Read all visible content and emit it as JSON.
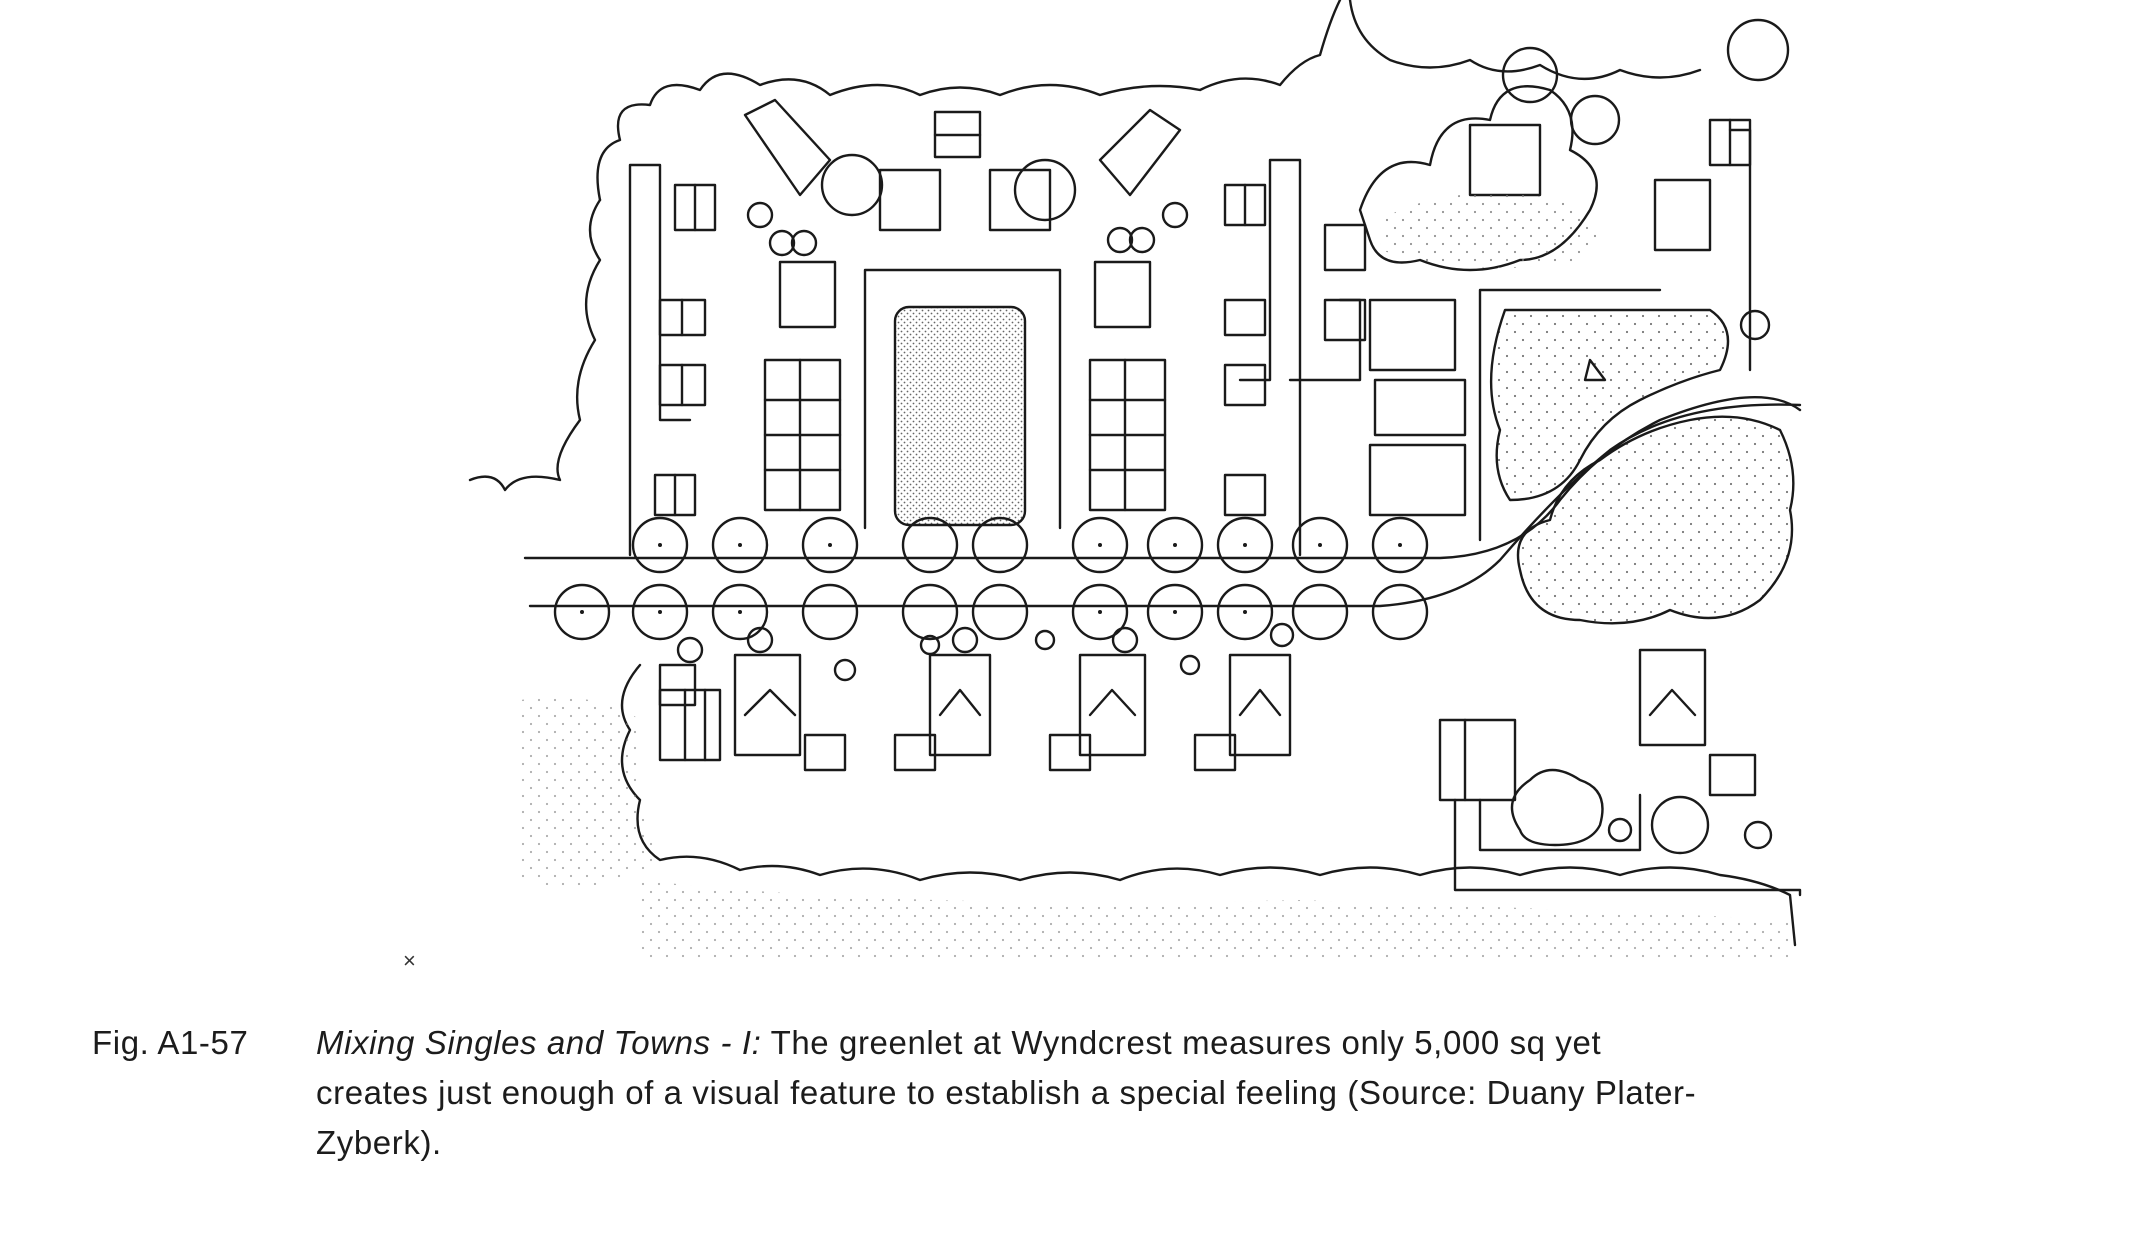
{
  "figure": {
    "number": "Fig. A1-57",
    "title": "Mixing Singles and Towns - I:",
    "text_line1": "The greenlet at Wyndcrest measures only 5,000 sq yet",
    "text_line2": "creates just enough of a visual feature to establish a special feeling (Source: Duany Plater-",
    "text_line3": "Zyberk)."
  },
  "colors": {
    "ink": "#1a1a1a",
    "stipple": "#777777",
    "paper": "#ffffff"
  },
  "icons": [
    "site-plan-drawing",
    "street-tree-icon",
    "house-footprint-icon",
    "greenlet-icon"
  ]
}
